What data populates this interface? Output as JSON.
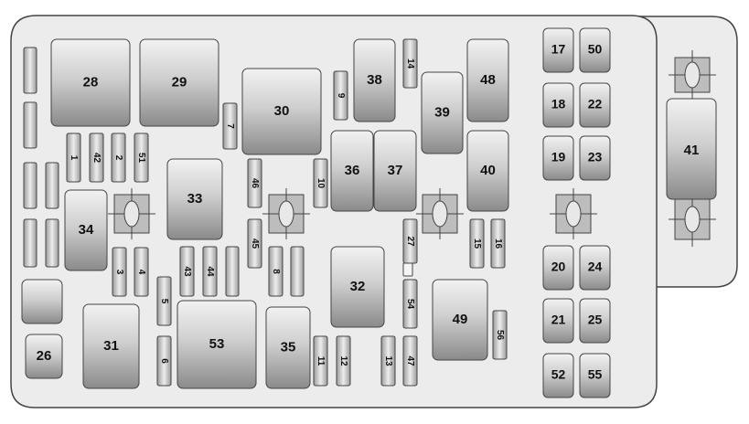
{
  "colors": {
    "board": "#ececec",
    "outline": "#444444",
    "fuse_dark": "#8a8a8a",
    "fuse_light": "#e4e4e4",
    "connector": "#bdbdbd",
    "label": "#111111"
  },
  "fuses": [
    {
      "id": "f28",
      "label": "28"
    },
    {
      "id": "f29",
      "label": "29"
    },
    {
      "id": "f30",
      "label": "30"
    },
    {
      "id": "f38",
      "label": "38"
    },
    {
      "id": "f14",
      "label": "14"
    },
    {
      "id": "f48",
      "label": "48"
    },
    {
      "id": "f39",
      "label": "39"
    },
    {
      "id": "f9",
      "label": "9"
    },
    {
      "id": "f7",
      "label": "7"
    },
    {
      "id": "f1",
      "label": "1"
    },
    {
      "id": "f42",
      "label": "42"
    },
    {
      "id": "f2",
      "label": "2"
    },
    {
      "id": "f51",
      "label": "51"
    },
    {
      "id": "f36",
      "label": "36"
    },
    {
      "id": "f37",
      "label": "37"
    },
    {
      "id": "f40",
      "label": "40"
    },
    {
      "id": "f33",
      "label": "33"
    },
    {
      "id": "f46",
      "label": "46"
    },
    {
      "id": "f10",
      "label": "10"
    },
    {
      "id": "f34",
      "label": "34"
    },
    {
      "id": "f45",
      "label": "45"
    },
    {
      "id": "f27",
      "label": "27"
    },
    {
      "id": "f15",
      "label": "15"
    },
    {
      "id": "f16",
      "label": "16"
    },
    {
      "id": "f3",
      "label": "3"
    },
    {
      "id": "f4",
      "label": "4"
    },
    {
      "id": "f43",
      "label": "43"
    },
    {
      "id": "f44",
      "label": "44"
    },
    {
      "id": "f8",
      "label": "8"
    },
    {
      "id": "f32",
      "label": "32"
    },
    {
      "id": "f5",
      "label": "5"
    },
    {
      "id": "f54",
      "label": "54"
    },
    {
      "id": "f49",
      "label": "49"
    },
    {
      "id": "f56",
      "label": "56"
    },
    {
      "id": "f26",
      "label": "26"
    },
    {
      "id": "f31",
      "label": "31"
    },
    {
      "id": "f53",
      "label": "53"
    },
    {
      "id": "f35",
      "label": "35"
    },
    {
      "id": "f6",
      "label": "6"
    },
    {
      "id": "f11",
      "label": "11"
    },
    {
      "id": "f12",
      "label": "12"
    },
    {
      "id": "f13",
      "label": "13"
    },
    {
      "id": "f47",
      "label": "47"
    },
    {
      "id": "f17",
      "label": "17"
    },
    {
      "id": "f50",
      "label": "50"
    },
    {
      "id": "f18",
      "label": "18"
    },
    {
      "id": "f22",
      "label": "22"
    },
    {
      "id": "f19",
      "label": "19"
    },
    {
      "id": "f23",
      "label": "23"
    },
    {
      "id": "f20",
      "label": "20"
    },
    {
      "id": "f24",
      "label": "24"
    },
    {
      "id": "f21",
      "label": "21"
    },
    {
      "id": "f25",
      "label": "25"
    },
    {
      "id": "f52",
      "label": "52"
    },
    {
      "id": "f55",
      "label": "55"
    },
    {
      "id": "f41",
      "label": "41"
    }
  ]
}
